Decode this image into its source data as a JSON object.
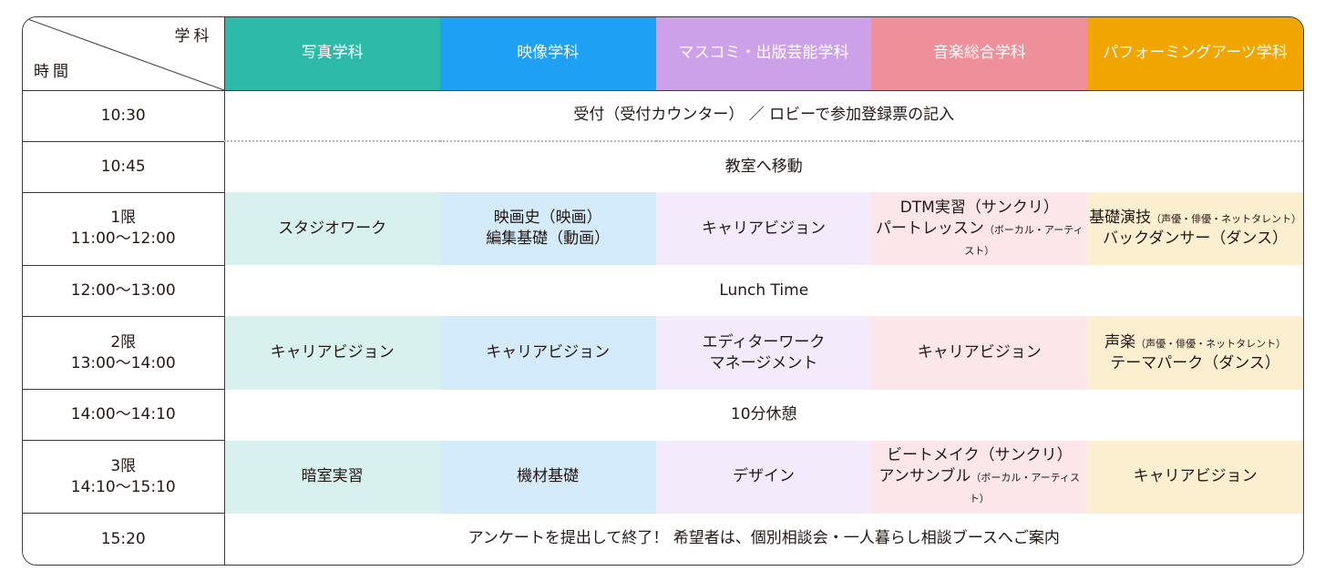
{
  "corner": {
    "top": "学科",
    "bottom": "時間"
  },
  "departments": [
    {
      "label": "写真学科",
      "color": "#2ebaa9",
      "tint": "#d8f1ee"
    },
    {
      "label": "映像学科",
      "color": "#1ea0f5",
      "tint": "#d4ebfb"
    },
    {
      "label": "マスコミ・出版芸能学科",
      "color": "#cda1ea",
      "tint": "#f3eafb"
    },
    {
      "label": "音楽総合学科",
      "color": "#ef8f99",
      "tint": "#fce6e9"
    },
    {
      "label": "パフォーミングアーツ学科",
      "color": "#f0a500",
      "tint": "#fcefd0"
    }
  ],
  "rows": {
    "r1030": {
      "time": "10:30",
      "text": "受付（受付カウンター） ／ ロビーで参加登録票の記入"
    },
    "r1045": {
      "time": "10:45",
      "text": "教室へ移動"
    },
    "p1": {
      "period": "1限",
      "range": "11:00〜12:00",
      "photo": "スタジオワーク",
      "video_1": "映画史（映画）",
      "video_2": "編集基礎（動画）",
      "mass": "キャリアビジョン",
      "music_1": "DTM実習（サンクリ）",
      "music_2": "パートレッスン",
      "music_2_small": "（ボーカル・アーティスト）",
      "perf_1": "基礎演技",
      "perf_1_small": "（声優・俳優・ネットタレント）",
      "perf_2": "バックダンサー（ダンス）"
    },
    "lunch": {
      "time": "12:00〜13:00",
      "text": "Lunch Time"
    },
    "p2": {
      "period": "2限",
      "range": "13:00〜14:00",
      "photo": "キャリアビジョン",
      "video": "キャリアビジョン",
      "mass_1": "エディターワーク",
      "mass_2": "マネージメント",
      "music": "キャリアビジョン",
      "perf_1": "声楽",
      "perf_1_small": "（声優・俳優・ネットタレント）",
      "perf_2": "テーマパーク（ダンス）"
    },
    "break": {
      "time": "14:00〜14:10",
      "text": "10分休憩"
    },
    "p3": {
      "period": "3限",
      "range": "14:10〜15:10",
      "photo": "暗室実習",
      "video": "機材基礎",
      "mass": "デザイン",
      "music_1": "ビートメイク（サンクリ）",
      "music_2": "アンサンブル",
      "music_2_small": "（ボーカル・アーティスト）",
      "perf": "キャリアビジョン"
    },
    "r1520": {
      "time": "15:20",
      "text": "アンケートを提出して終了！ 希望者は、個別相談会・一人暮らし相談ブースへご案内"
    }
  }
}
